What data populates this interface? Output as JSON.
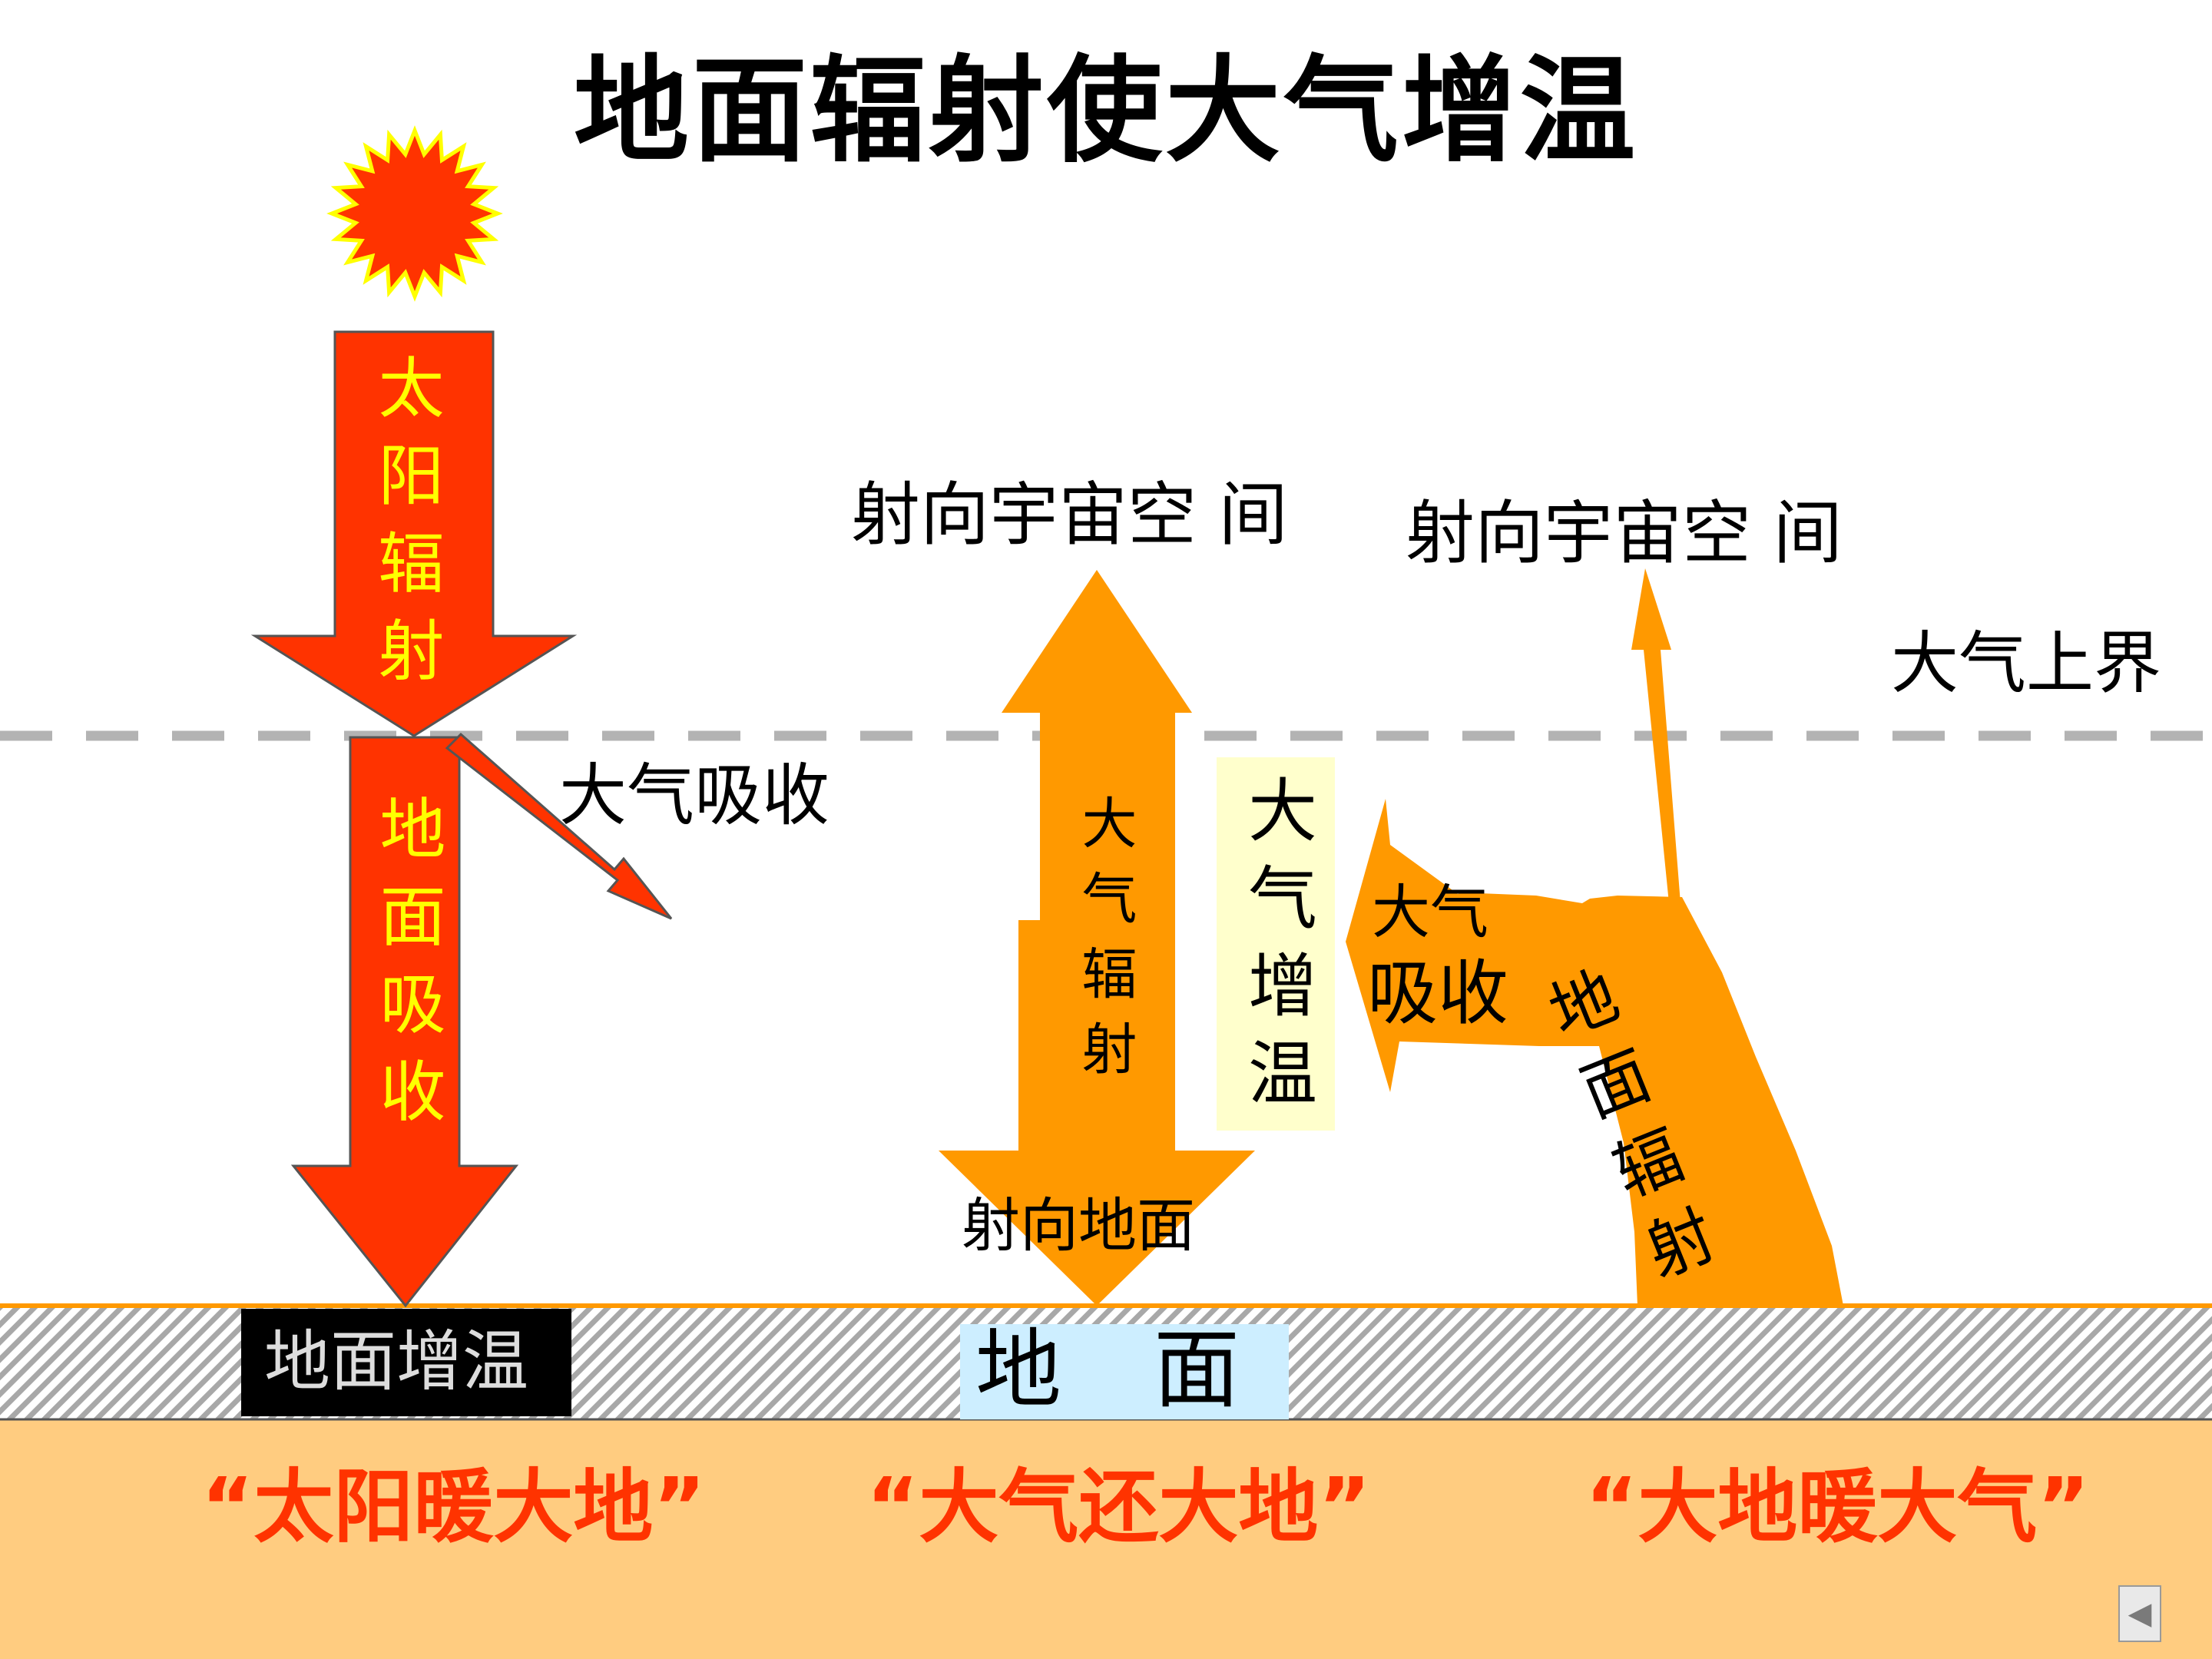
{
  "title": "地面辐射使大气增温",
  "labels": {
    "solar_radiation": "太阳辐射",
    "ground_absorb": "地面吸收",
    "atmo_absorb_small": "大气吸收",
    "to_space_1": "射向宇宙空 间",
    "to_space_2": "射向宇宙空 间",
    "atmo_top": "大气上界",
    "atmo_radiation": "大气辐射",
    "atmo_warm": "大气增温",
    "atmo_absorb_big_1": "大气",
    "atmo_absorb_big_2": "吸收",
    "ground_radiation": "地面辐射",
    "to_ground": "射向地面",
    "ground_warm": "地面增温",
    "ground": "地面"
  },
  "sayings": [
    "“太阳暖大地”",
    "“大气还大地”",
    "“大地暖大气”"
  ],
  "nav": {
    "back_icon": "◀"
  },
  "colors": {
    "solar": "#ff3300",
    "solar_outline": "#ffff00",
    "atmos": "#ff9900",
    "band": "#ffcc80",
    "dash": "#b3b3b3",
    "saying": "#ff3300"
  }
}
